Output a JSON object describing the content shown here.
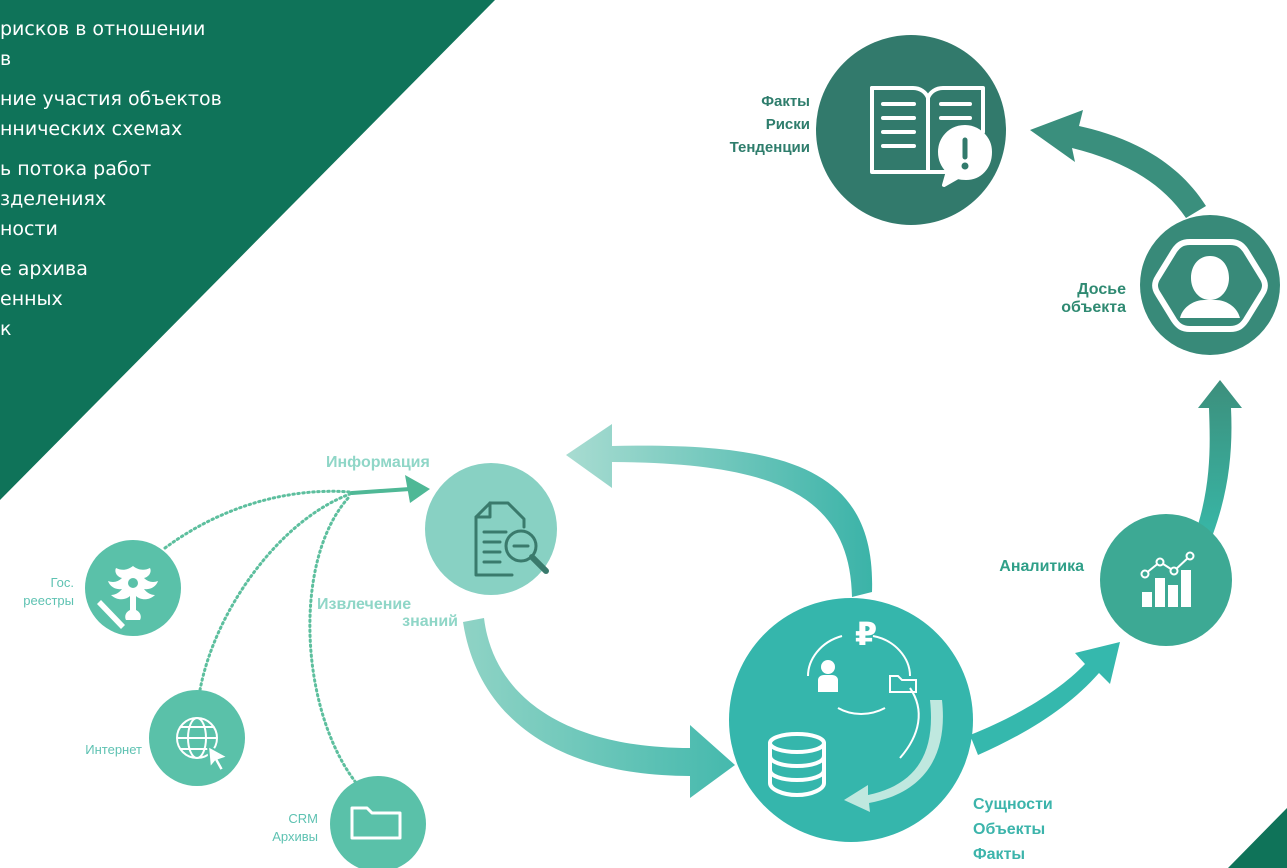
{
  "panel": {
    "items": [
      "рисков в отношении\nв",
      "ние участия объектов\nннических схемах",
      "ь потока работ\nзделениях\nности",
      "е архива\nенных\nк"
    ]
  },
  "nodes": {
    "results": {
      "label_lines": [
        "Факты",
        "Риски",
        "Тенденции"
      ],
      "icon": "open-book-alert-icon"
    },
    "dossier": {
      "label_lines": [
        "Досье",
        "объекта"
      ],
      "icon": "person-profile-icon"
    },
    "analytics": {
      "label": "Аналитика",
      "icon": "bar-chart-icon"
    },
    "information": {
      "label": "Информация",
      "icon": "document-search-icon"
    },
    "extraction": {
      "label_lines": [
        "Извлечение",
        "знаний"
      ]
    },
    "entities": {
      "label_lines": [
        "Сущности",
        "Объекты",
        "Факты"
      ],
      "icon": "database-cycle-icon"
    }
  },
  "sources": {
    "gov": {
      "label_lines": [
        "Гос.",
        "реестры"
      ],
      "icon": "coat-of-arms-icon"
    },
    "internet": {
      "label": "Интернет",
      "icon": "globe-cursor-icon"
    },
    "crm": {
      "label_lines": [
        "CRM",
        "Архивы"
      ],
      "icon": "folder-icon"
    }
  },
  "colors": {
    "panel": "#0f7359",
    "results_circle": "#327a6c",
    "dossier_circle": "#388a79",
    "analytics_circle": "#3da994",
    "information_circle": "#88d1c3",
    "entities_circle": "#35b6ac",
    "source_circle": "#5ac1a9"
  }
}
